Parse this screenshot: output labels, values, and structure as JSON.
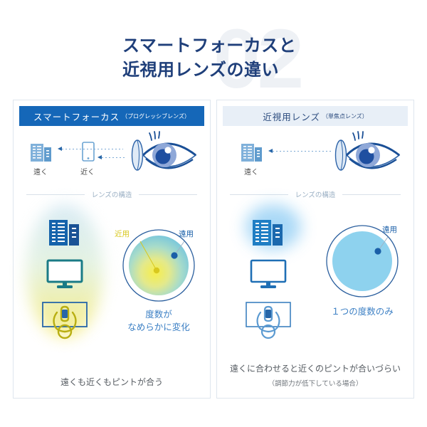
{
  "header": {
    "number_watermark": "02",
    "title_line1": "スマートフォーカスと",
    "title_line2": "近視用レンズの違い"
  },
  "colors": {
    "brand_blue": "#1567b8",
    "title_navy": "#1f3f7a",
    "watermark_gray": "#eef1f5",
    "panel_border": "#dfe6ee",
    "right_head_bg": "#e8eff7",
    "near_yellow": "#d8c81e",
    "far_blue": "#1a5fa8",
    "lens_blue": "#8ed2ee",
    "caption_blue": "#3b7fc4",
    "divider_gray": "#d8e0e9"
  },
  "panels": [
    {
      "id": "smart-focus",
      "head_main": "スマートフォーカス",
      "head_sub": "（プログレッシブレンズ）",
      "divider_label": "レンズの構造",
      "distance_labels": [
        "遠く",
        "近く"
      ],
      "lens_labels": [
        {
          "text": "近用",
          "color": "#d8c81e"
        },
        {
          "text": "遠用",
          "color": "#1a5fa8"
        }
      ],
      "lens_caption_line1": "度数が",
      "lens_caption_line2": "なめらかに変化",
      "footer_main": "遠くも近くもピントが合う",
      "footer_note": "",
      "icons": [
        "buildings-icon",
        "monitor-icon",
        "person-with-phone-icon",
        "eye-icon",
        "contact-lens-icon"
      ]
    },
    {
      "id": "myopia-lens",
      "head_main": "近視用レンズ",
      "head_sub": "（単焦点レンズ）",
      "divider_label": "レンズの構造",
      "distance_labels": [
        "遠く"
      ],
      "lens_labels": [
        {
          "text": "遠用",
          "color": "#1a5fa8"
        }
      ],
      "lens_caption_line1": "１つの度数のみ",
      "lens_caption_line2": "",
      "footer_main": "遠くに合わせると近くのピントが合いづらい",
      "footer_note": "（調節力が低下している場合）",
      "icons": [
        "buildings-icon",
        "monitor-icon",
        "person-with-phone-icon",
        "eye-icon",
        "contact-lens-icon"
      ]
    }
  ]
}
